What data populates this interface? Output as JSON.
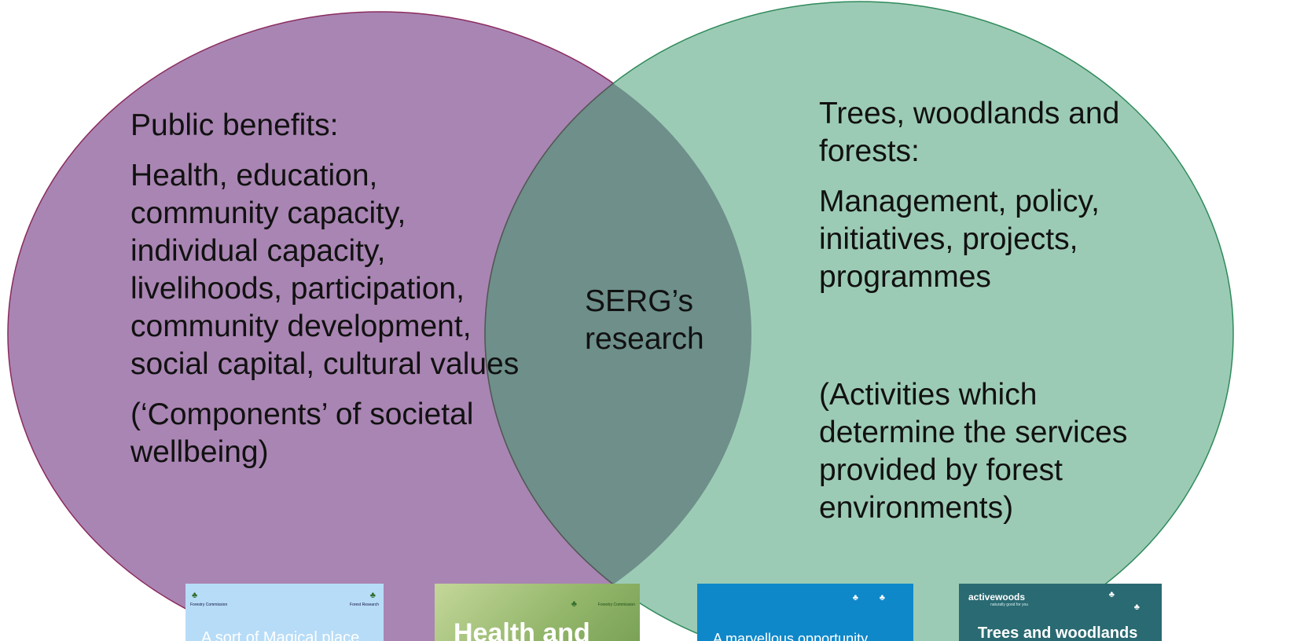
{
  "diagram": {
    "left_circle": {
      "color": "#a985b3",
      "heading": "Public benefits:",
      "body": "Health, education, community capacity, individual capacity, livelihoods, participation, community development, social capital, cultural values",
      "note": "(‘Components’ of societal wellbeing)"
    },
    "right_circle": {
      "color": "#9ccbb5",
      "heading": "Trees, woodlands and forests:",
      "body": "Management, policy, initiatives, projects, programmes",
      "note": "(Activities which determine the services provided by forest environments)"
    },
    "intersection": {
      "color": "#6e8f8a",
      "label": "SERG’s research"
    }
  },
  "thumbnails": [
    {
      "title": "A sort of Magical place",
      "org_left": "Forestry Commission",
      "org_right": "Forest Research",
      "color": "#b7dcf7"
    },
    {
      "title": "Health and",
      "org_right": "Forestry Commission",
      "color": "#a8c27c"
    },
    {
      "title": "A marvellous opportunity",
      "color": "#0f88c9"
    },
    {
      "brand": "activewoods",
      "brand_sub": "naturally good for you",
      "title": "Trees and woodlands",
      "color": "#2a6a72"
    }
  ]
}
